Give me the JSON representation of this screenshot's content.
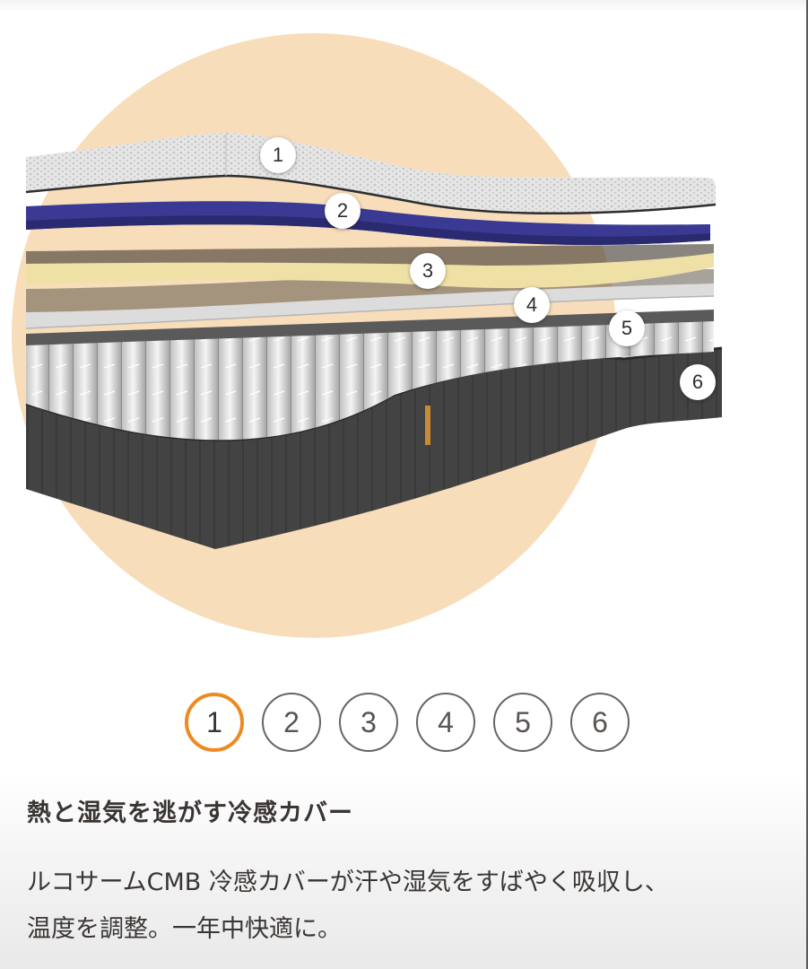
{
  "colors": {
    "accent": "#ee8a22",
    "circle_bg": "#f8ddba",
    "text": "#3a3533",
    "layer1": "#e4e4e4",
    "layer2": "#3a3a95",
    "layer3": "#efe1a6",
    "layer4": "#dcdcdc",
    "layer6": "#3e3e3e"
  },
  "hero": {
    "image_alt": "mattress-layers-cutaway",
    "markers": [
      {
        "label": "1"
      },
      {
        "label": "2"
      },
      {
        "label": "3"
      },
      {
        "label": "4"
      },
      {
        "label": "5"
      },
      {
        "label": "6"
      }
    ]
  },
  "selector": {
    "active_index": 0,
    "buttons": [
      {
        "label": "1"
      },
      {
        "label": "2"
      },
      {
        "label": "3"
      },
      {
        "label": "4"
      },
      {
        "label": "5"
      },
      {
        "label": "6"
      }
    ]
  },
  "content": {
    "title": "熱と湿気を逃がす冷感カバー",
    "description_line1": "ルコサームCMB 冷感カバーが汗や湿気をすばやく吸収し、",
    "description_line2": "温度を調整。一年中快適に。"
  }
}
